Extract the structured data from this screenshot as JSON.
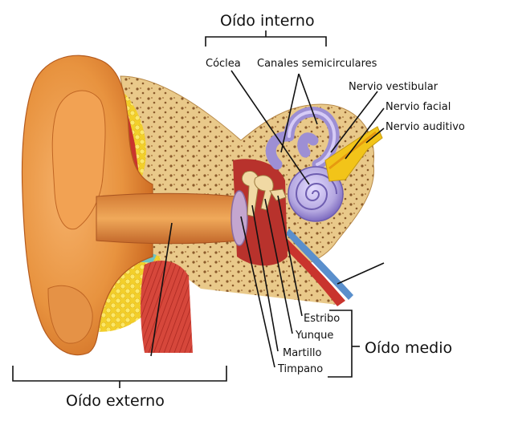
{
  "sections": {
    "inner": "Oído interno",
    "middle": "Oído medio",
    "outer": "Oído externo"
  },
  "labels": {
    "cochlea": "Cóclea",
    "semicircular": "Canales semicirculares",
    "vestibular": "Nervio vestibular",
    "facial": "Nervio facial",
    "auditory": "Nervio auditivo",
    "stapes": "Estribo",
    "incus": "Yunque",
    "malleus": "Martillo",
    "eardrum": "Timpano"
  },
  "colors": {
    "skin": "#e8933f",
    "skin_dark": "#c9651f",
    "bone": "#e9c98a",
    "fat": "#f6e04a",
    "cochlea": "#b4a7e0",
    "nerve": "#f2c419",
    "muscle": "#d6473b"
  }
}
